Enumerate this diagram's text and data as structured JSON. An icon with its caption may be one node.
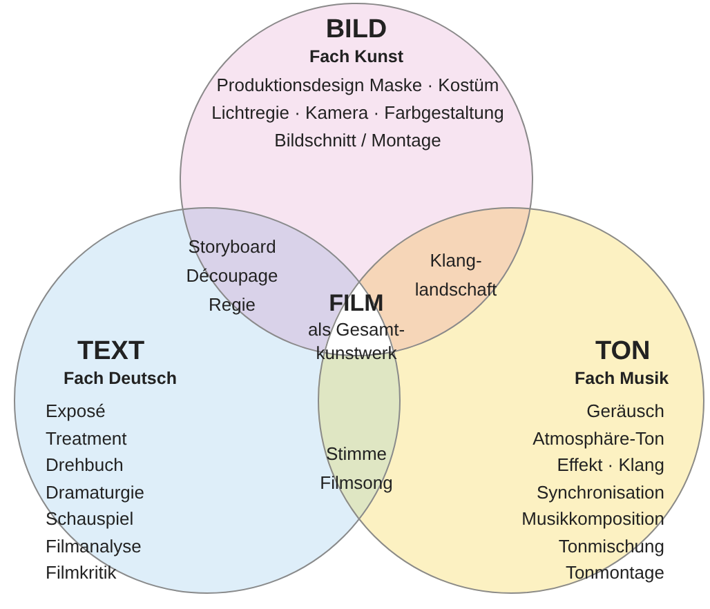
{
  "diagram": {
    "nodes": [
      {
        "text": [
          "BILD",
          "Fach Kunst",
          "Produktionsdesign Maske · Kostüm Lichtregie · Kamera · Farbgestaltung Bildschnitt / Montage"
        ]
      },
      {
        "text": [
          "TEXT",
          "Fach Deutsch",
          "Exposé Treatment Drehbuch Dramaturgie Schauspiel Filmanalyse Filmkritik"
        ]
      },
      {
        "text": [
          "TON",
          "Fach Musik",
          "Geräusch Atmosphäre-Ton Effekt · Klang Synchronisation Musikkomposition Tonmischung Tonmontage"
        ]
      },
      {
        "text": [
          "Storyboard Découpage Regie"
        ]
      },
      {
        "text": [
          "Klang-landschaft"
        ]
      },
      {
        "text": [
          "FILM",
          "als Gesamt-kunstwerk"
        ]
      },
      {
        "text": [
          "Stimme Filmsong"
        ]
      }
    ]
  }
}
